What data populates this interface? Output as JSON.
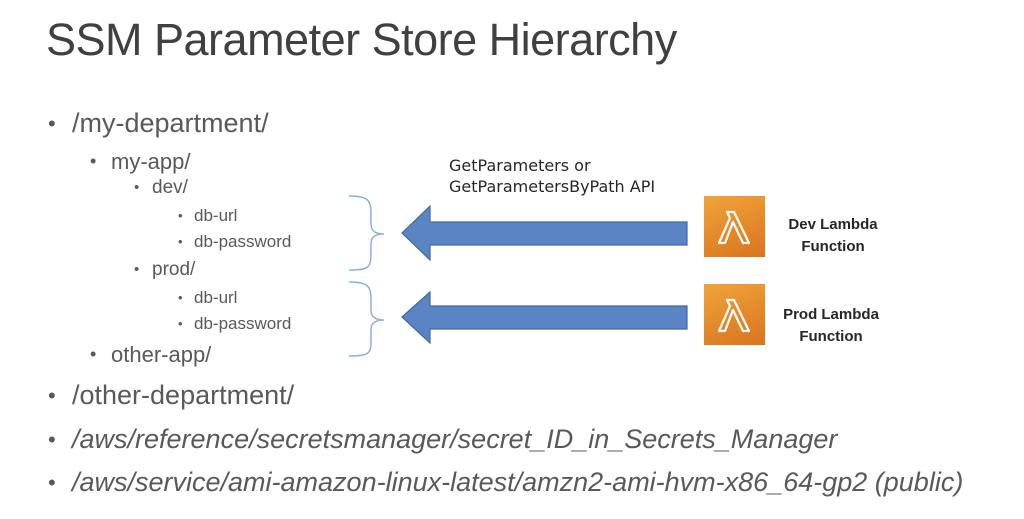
{
  "title": "SSM Parameter Store Hierarchy",
  "bullet_glyph": "•",
  "hierarchy": [
    {
      "text": "/my-department/"
    },
    {
      "text": "my-app/"
    },
    {
      "text": "dev/"
    },
    {
      "text": "db-url"
    },
    {
      "text": "db-password"
    },
    {
      "text": "prod/"
    },
    {
      "text": "db-url"
    },
    {
      "text": "db-password"
    },
    {
      "text": "other-app/"
    },
    {
      "text": "/other-department/"
    },
    {
      "text": "/aws/reference/secretsmanager/secret_ID_in_Secrets_Manager"
    },
    {
      "text": "/aws/service/ami-amazon-linux-latest/amzn2-ami-hvm-x86_64-gp2 (public)"
    }
  ],
  "api_label": "GetParameters or\nGetParametersByPath API",
  "functions": [
    {
      "label": "Dev Lambda\nFunction",
      "icon": "lambda-icon"
    },
    {
      "label": "Prod Lambda\nFunction",
      "icon": "lambda-icon"
    }
  ],
  "colors": {
    "arrow_fill": "#5b84c4",
    "arrow_stroke": "#41689f",
    "bracket": "#8eaee0",
    "lambda_orange": "#e7892b"
  }
}
